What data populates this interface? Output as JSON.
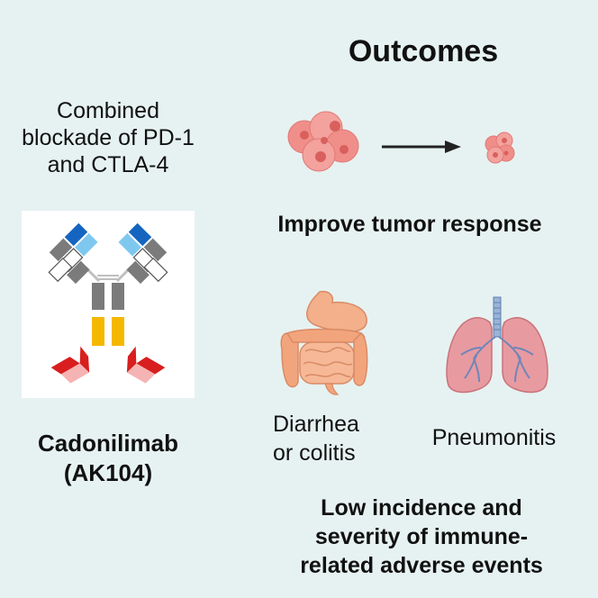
{
  "header": {
    "outcomes_title": "Outcomes"
  },
  "left": {
    "combined_lines": [
      "Combined",
      "blockade of PD-1",
      "and CTLA-4"
    ],
    "drug_lines": [
      "Cadonilimab",
      "(AK104)"
    ]
  },
  "outcomes": {
    "tumor_label": "Improve tumor response",
    "diarrhea_lines": [
      "Diarrhea",
      "or colitis"
    ],
    "pneumonitis_label": "Pneumonitis",
    "low_incidence_lines": [
      "Low incidence and",
      "severity of immune-",
      "related adverse events"
    ]
  },
  "colors": {
    "background": "#e6f2f1",
    "blue_domain": "#1565c0",
    "light_blue_domain": "#7ec8f0",
    "gray_domain": "#7b7b7b",
    "yellow_domain": "#f5b800",
    "red_domain": "#d81e1e",
    "pink_domain": "#f6b3b3",
    "tumor": "#f08e8a",
    "intestine": "#f2a57c",
    "lung": "#e89aa1"
  },
  "icons": [
    "antibody-icon",
    "tumor-large-icon",
    "arrow-icon",
    "tumor-small-icon",
    "intestine-icon",
    "lungs-icon"
  ]
}
